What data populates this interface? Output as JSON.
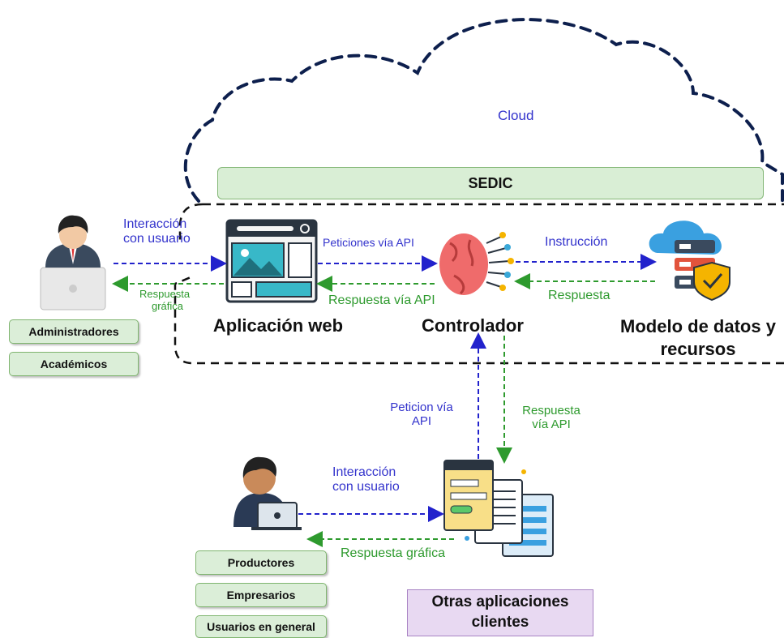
{
  "cloud_label": "Cloud",
  "sedic_label": "SEDIC",
  "components": {
    "web_app": "Aplicación web",
    "controller": "Controlador",
    "data_model": "Modelo de datos y\nrecursos",
    "other_apps": "Otras aplicaciones\nclientes"
  },
  "flows": {
    "interaction_top": "Interacción\ncon usuario",
    "graphic_response_top": "Respuesta\ngráfica",
    "api_requests": "Peticiones vía API",
    "api_response_top": "Respuesta vía API",
    "instruction": "Instrucción",
    "response": "Respuesta",
    "api_request_bottom": "Peticion vía\nAPI",
    "api_response_bottom": "Respuesta\nvía API",
    "interaction_bottom": "Interacción\ncon usuario",
    "graphic_response_bottom": "Respuesta gráfica"
  },
  "user_groups_top": [
    "Administradores",
    "Académicos"
  ],
  "user_groups_bottom": [
    "Productores",
    "Empresarios",
    "Usuarios en general"
  ],
  "colors": {
    "request_arrow": "#2222cc",
    "response_arrow": "#2e9a2e",
    "group_fill": "#dbeed8",
    "purple_fill": "#e8d9f2"
  }
}
